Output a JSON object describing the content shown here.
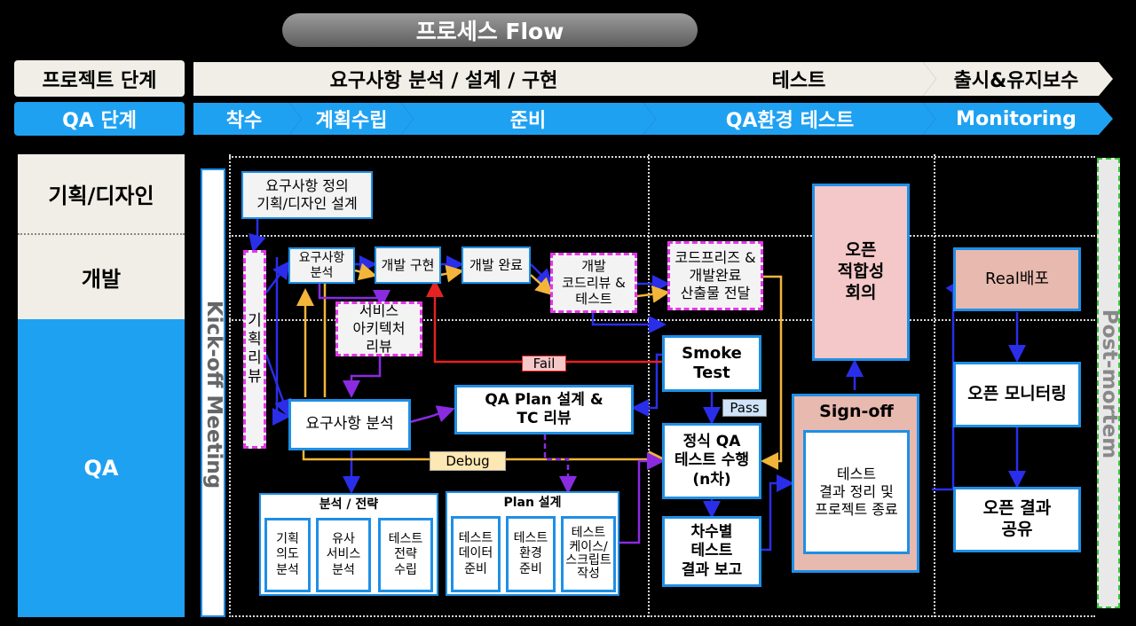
{
  "title": "프로세스 Flow",
  "row_labels": {
    "project_stage": "프로젝트 단계",
    "qa_stage": "QA 단계"
  },
  "project_stages": [
    "요구사항 분석 / 설계 / 구현",
    "테스트",
    "출시&유지보수"
  ],
  "qa_stages": [
    "착수",
    "계획수립",
    "준비",
    "QA환경 테스트",
    "Monitoring"
  ],
  "lanes": [
    "기획/디자인",
    "개발",
    "QA"
  ],
  "kickoff": "Kick-off Meeting",
  "postmortem": "Post-mortem",
  "boxes": {
    "req_def": "요구사항 정의\n기획/디자인 설계",
    "plan_review": "기\n획\n리\n뷰",
    "req_analysis_dev": "요구사항\n분석",
    "dev_impl": "개발 구현",
    "dev_done": "개발 완료",
    "code_review": "개발\n코드리뷰 &\n테스트",
    "code_freeze": "코드프리즈 &\n개발완료\n산출물 전달",
    "arch_review": "서비스\n아키텍처\n리뷰",
    "smoke": "Smoke\nTest",
    "req_analysis_qa": "요구사항 분석",
    "qa_plan": "QA Plan 설계 &\nTC 리뷰",
    "formal_test": "정식 QA\n테스트 수행\n(n차)",
    "round_report": "차수별\n테스트\n결과 보고",
    "open_meeting": "오픈\n적합성\n회의",
    "signoff_title": "Sign-off",
    "signoff_body": "테스트\n결과 정리 및\n프로젝트 종료",
    "real_deploy": "Real배포",
    "open_monitor": "오픈 모니터링",
    "open_share": "오픈 결과\n공유",
    "analysis_group": "분석 / 전략",
    "analysis_items": [
      "기획\n의도\n분석",
      "유사\n서비스\n분석",
      "테스트\n전략\n수립"
    ],
    "plan_group": "Plan 설계",
    "plan_items": [
      "테스트\n데이터\n준비",
      "테스트\n환경\n준비",
      "테스트\n케이스/\n스크립트\n작성"
    ]
  },
  "tags": {
    "fail": "Fail",
    "pass": "Pass",
    "debug": "Debug"
  },
  "colors": {
    "qa_blue": "#1fa1f2",
    "border_blue": "#1e8fe6",
    "magenta": "#e436e8",
    "arrow_blue": "#2a2ee8",
    "arrow_gold": "#f2b53a",
    "arrow_red": "#e52222",
    "arrow_purple": "#8a2be2",
    "pink_fill": "#f4c7c8",
    "rose_fill": "#e8b9ae",
    "green_dash": "#38c63b"
  }
}
